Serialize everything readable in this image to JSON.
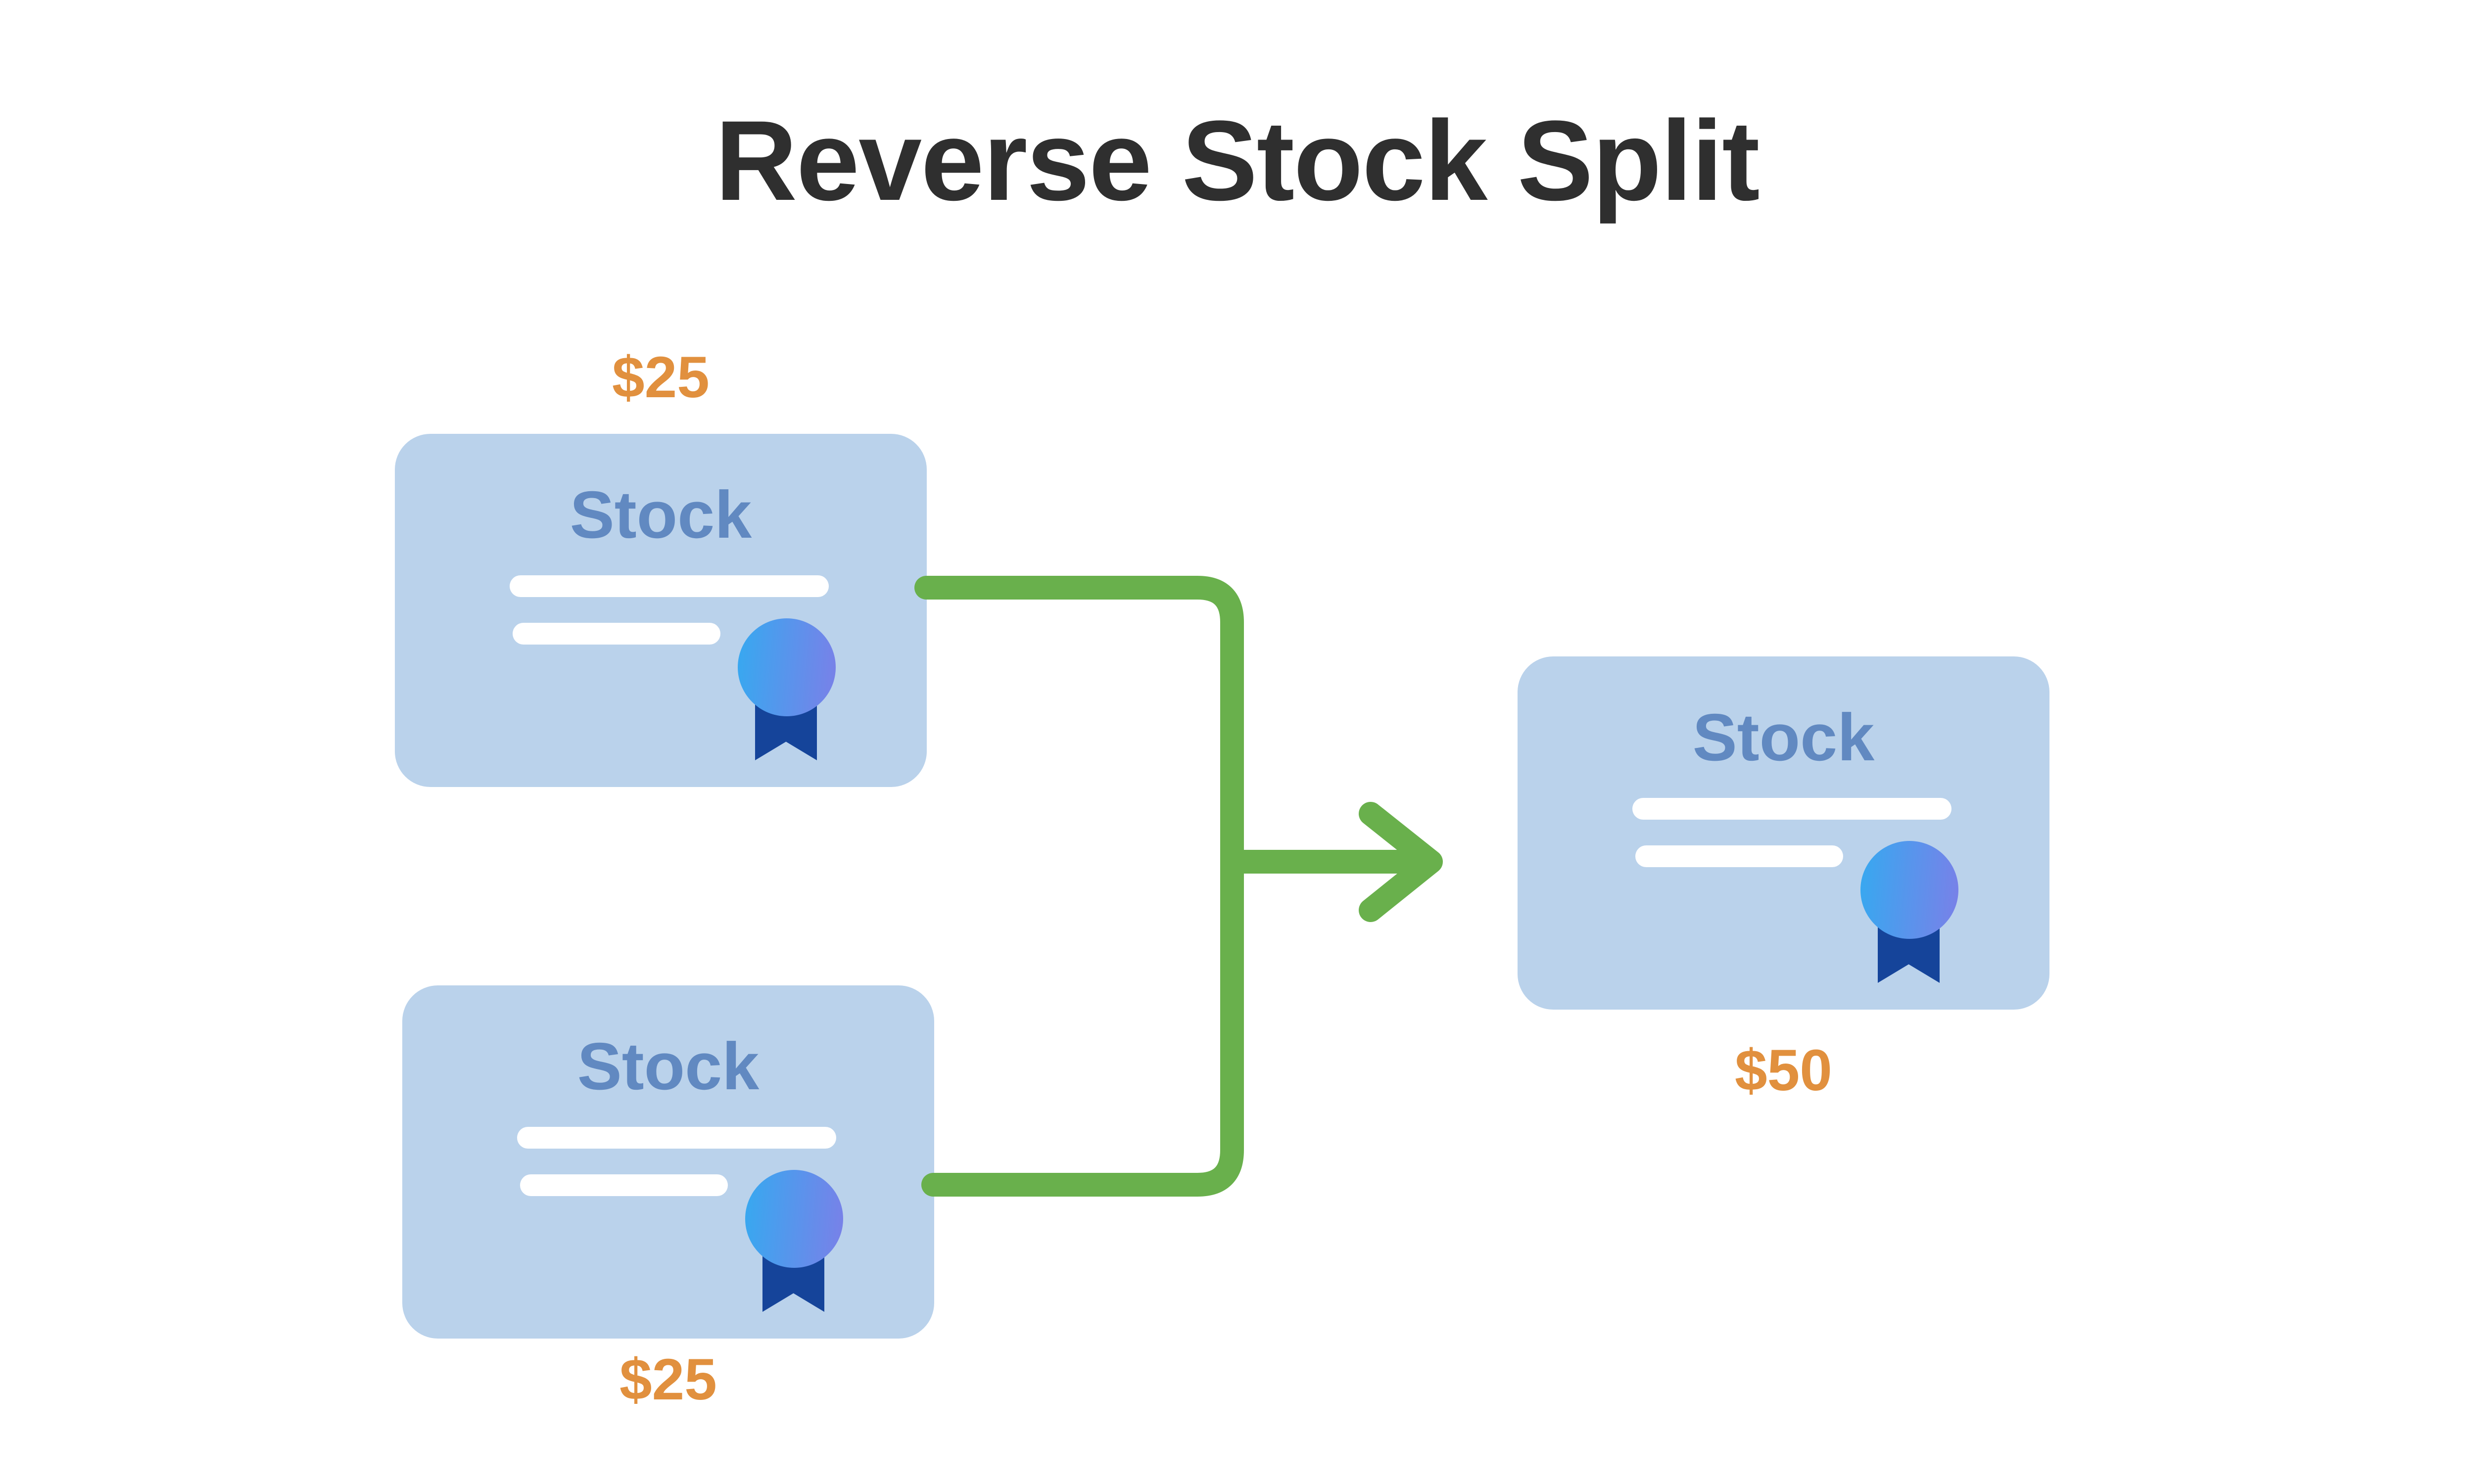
{
  "title": "Reverse Stock Split",
  "colors": {
    "background": "#ffffff",
    "title_text": "#2f2f2f",
    "card_bg": "#bad2eb",
    "stock_text": "#6189c1",
    "price_text": "#e1903e",
    "connector_green": "#69b04c",
    "medal_start": "#36a9f0",
    "medal_end": "#7a80e8",
    "ribbon_navy": "#15449a",
    "line_white": "#ffffff"
  },
  "certificates": [
    {
      "label": "Stock",
      "price": "$25",
      "price_position": "above"
    },
    {
      "label": "Stock",
      "price": "$25",
      "price_position": "below"
    },
    {
      "label": "Stock",
      "price": "$50",
      "price_position": "below"
    }
  ]
}
